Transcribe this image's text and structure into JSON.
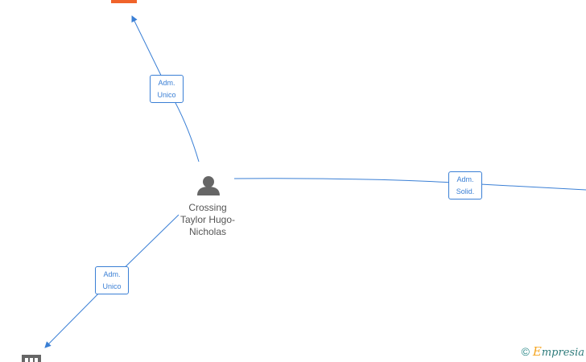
{
  "person": {
    "name": "Crossing Taylor Hugo-Nicholas",
    "name_lines": [
      "Crossing",
      "Taylor Hugo-",
      "Nicholas"
    ]
  },
  "edges": [
    {
      "id": "to-top-company",
      "label_lines": [
        "Adm.",
        "Unico"
      ]
    },
    {
      "id": "to-right-company",
      "label_lines": [
        "Adm.",
        "Solid."
      ]
    },
    {
      "id": "to-bottom-company",
      "label_lines": [
        "Adm.",
        "Unico"
      ]
    }
  ],
  "nodes": {
    "top_company": {
      "icon": "building-icon",
      "color": "#f0632a"
    },
    "bottom_company": {
      "icon": "building-icon",
      "color": "#666666"
    }
  },
  "colors": {
    "edge": "#3a7fd5",
    "person": "#666666"
  },
  "watermark": {
    "symbol": "©",
    "brand_initial": "E",
    "brand_rest": "mpresia"
  }
}
